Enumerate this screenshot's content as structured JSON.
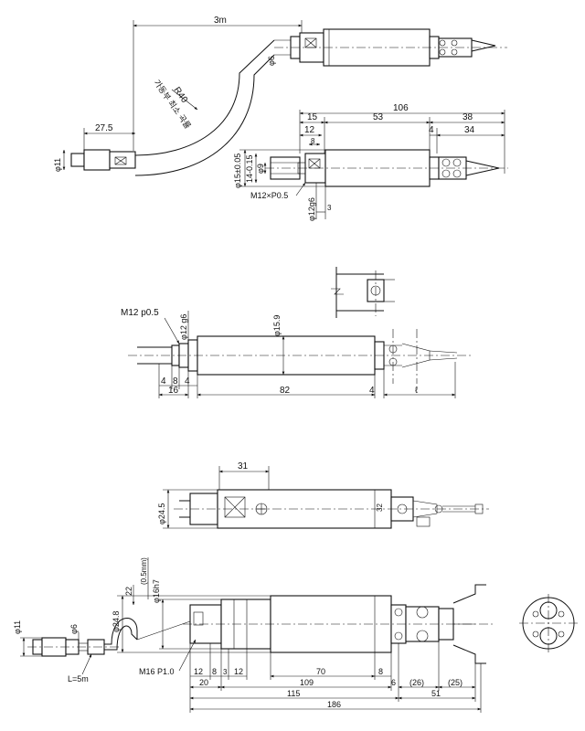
{
  "view1": {
    "cable_length": "3m",
    "cable_dia": "φ6",
    "conn_dia": "φ11",
    "conn_len": "27.5",
    "bend_radius": "R40",
    "bend_note": "가동부 최소 곡률",
    "total": "106",
    "d15": "15",
    "d53": "53",
    "d38": "38",
    "d12": "12",
    "d4": "4",
    "d34": "34",
    "d8": "8",
    "stem_dia": "φ9",
    "body_tol": "φ15±0.05",
    "inner_tol": "14-0.15",
    "thread": "M12×P0.5",
    "stem_lower": "φ12g6",
    "d3": "3"
  },
  "view2": {
    "thread": "M12 p0.5",
    "stem_dia": "φ12 g6",
    "body_dia": "φ15.9",
    "d4a": "4",
    "d8": "8",
    "d4b": "4",
    "d16": "16",
    "d82": "82",
    "d4c": "4",
    "ell": "ℓ"
  },
  "view3": {
    "d31": "31",
    "body_dia": "φ24.5",
    "small_label": "32"
  },
  "view4": {
    "conn_dia": "φ11",
    "cable_dia": "φ6",
    "cable_len": "L=5m",
    "body_dia": "φ24.8",
    "d22": "22",
    "note_v": "(0.5mm)",
    "stem_dia": "φ16h7",
    "thread": "M16  P1.0",
    "d12a": "12",
    "d8a": "8",
    "d3": "3",
    "d12b": "12",
    "d70": "70",
    "d8b": "8",
    "d20": "20",
    "d109": "109",
    "d6": "6",
    "d26": "(26)",
    "d25": "(25)",
    "d115": "115",
    "d51": "51",
    "d186": "186"
  }
}
